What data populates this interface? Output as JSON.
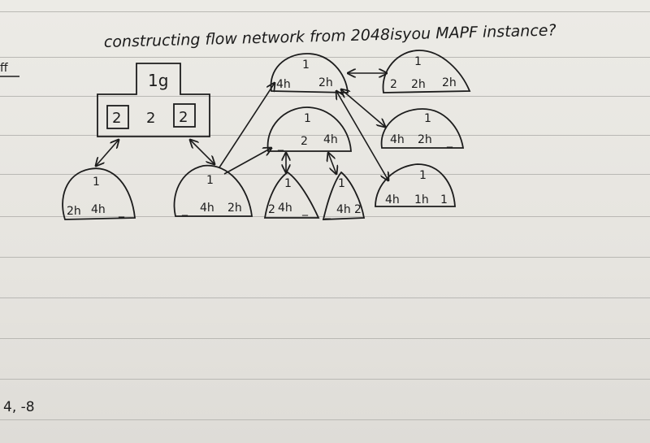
{
  "title": "constructing flow network from 2048isyou MAPF instance?",
  "margin_mark": "ff",
  "corner_note": "4, -8",
  "root": {
    "top": "1g",
    "left_box": "2",
    "middle": "2",
    "right_box": "2"
  },
  "nodes": [
    {
      "id": "n_left",
      "top": "1",
      "cells": [
        "2h",
        "4h",
        "_"
      ]
    },
    {
      "id": "n_mid",
      "top": "1",
      "cells": [
        "_",
        "4h",
        "2h"
      ]
    },
    {
      "id": "n_c1",
      "top": "1",
      "cells": [
        "4h",
        "_",
        "2h"
      ]
    },
    {
      "id": "n_r1",
      "top": "1",
      "cells": [
        "2",
        "2h",
        "2h"
      ]
    },
    {
      "id": "n_c2",
      "top": "1",
      "cells": [
        "_",
        "2",
        "4h"
      ]
    },
    {
      "id": "n_r2",
      "top": "1",
      "cells": [
        "4h",
        "2h",
        "_"
      ]
    },
    {
      "id": "n_b1",
      "top": "1",
      "cells": [
        "2",
        "4h",
        "_"
      ]
    },
    {
      "id": "n_b2",
      "top": "1",
      "cells": [
        "_",
        "4h",
        "2"
      ]
    },
    {
      "id": "n_r3",
      "top": "1",
      "cells": [
        "4h",
        "1h",
        "1"
      ]
    }
  ],
  "colors": {
    "ink": "#1c1c1c",
    "paper": "#e9e7e2",
    "rule": "#b9b8b4"
  }
}
